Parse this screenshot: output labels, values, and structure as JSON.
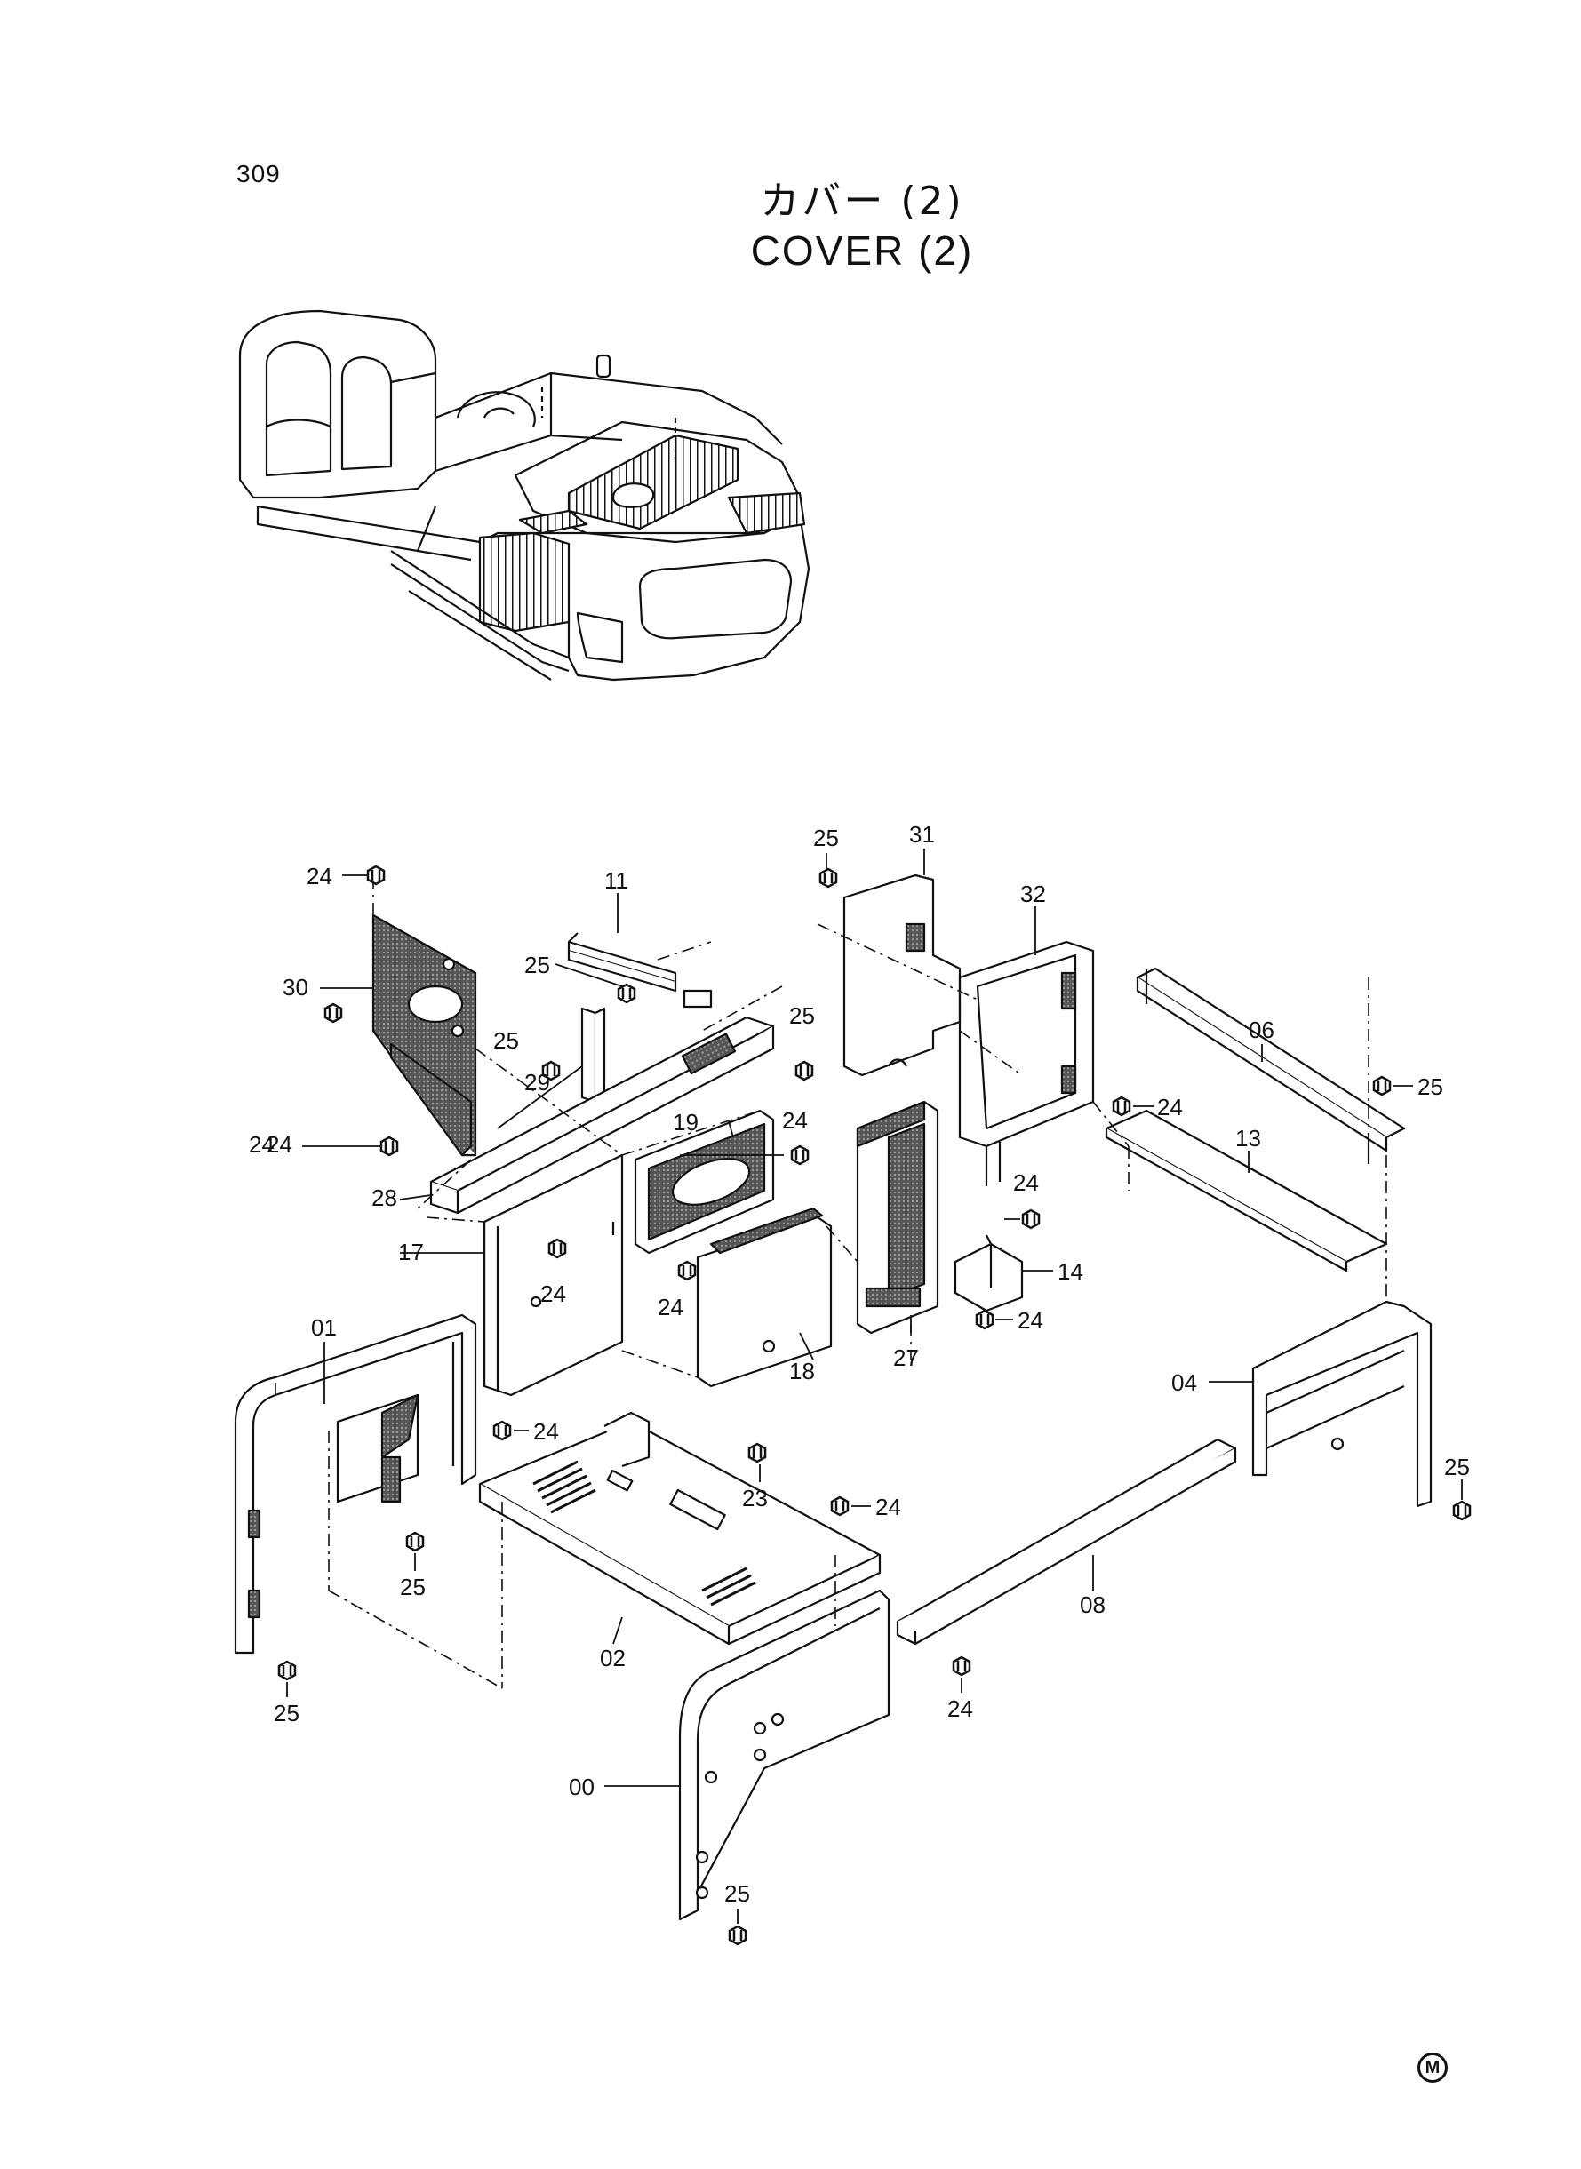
{
  "page": {
    "number": "309",
    "title_jp": "カバー (2)",
    "title_en": "COVER (2)",
    "mark": "M"
  },
  "callouts": {
    "c24_a": "24",
    "c30": "30",
    "c24_b": "24",
    "c24_c": "24",
    "c11": "11",
    "c25_a": "25",
    "c25_b": "25",
    "c29": "29",
    "c25_c": "25",
    "c31": "31",
    "c25_d": "25",
    "c32": "32",
    "c06": "06",
    "c24_d": "24",
    "c25_e": "25",
    "c13": "13",
    "c19": "19",
    "c24_e": "24",
    "c28": "28",
    "c17": "17",
    "c24_f": "24",
    "c24_g": "24",
    "c24_h": "24",
    "c14": "14",
    "c24_i": "24",
    "c27": "27",
    "c18": "18",
    "c01": "01",
    "c04": "04",
    "c24_j": "24",
    "c23": "23",
    "c25_f": "25",
    "c25_g": "25",
    "c24_k": "24",
    "c02": "02",
    "c08": "08",
    "c25_h": "25",
    "c24_l": "24",
    "c00": "00",
    "c25_i": "25"
  },
  "icons": {
    "overview": "excavator-overview-icon",
    "bolt": "bolt-icon",
    "mark": "circled-m-icon"
  }
}
